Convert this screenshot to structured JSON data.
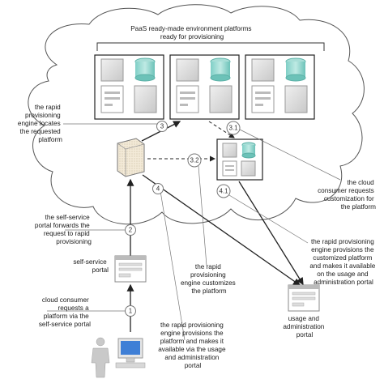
{
  "cloud_title": [
    "PaaS ready-made environment platforms",
    "ready for provisioning"
  ],
  "steps": {
    "s1": "1",
    "s2": "2",
    "s3": "3",
    "s3_1": "3.1",
    "s3_2": "3.2",
    "s4": "4",
    "s4_1": "4.1"
  },
  "annotations": {
    "step1": [
      "cloud consumer",
      "requests a",
      "platform via the",
      "self-service portal"
    ],
    "step2": [
      "the self-service",
      "portal forwards the",
      "request to rapid",
      "provisioning"
    ],
    "step3": [
      "the rapid",
      "provisioning",
      "engine locates",
      "the requested",
      "platform"
    ],
    "step3_1": [
      "the cloud",
      "consumer requests",
      "customization for",
      "the platform"
    ],
    "step3_2": [
      "the rapid",
      "provisioning",
      "engine customizes",
      "the platform"
    ],
    "step4": [
      "the rapid provisioning",
      "engine provisions the",
      "platform and makes it",
      "available via the usage",
      "and administration",
      "portal"
    ],
    "step4_1": [
      "the rapid provisioning",
      "engine provisions the",
      "customized platform",
      "and makes it available",
      "on the usage and",
      "administration portal"
    ]
  },
  "portals": {
    "self_service": [
      "self-service",
      "portal"
    ],
    "usage_admin": [
      "usage and",
      "administration",
      "portal"
    ]
  }
}
